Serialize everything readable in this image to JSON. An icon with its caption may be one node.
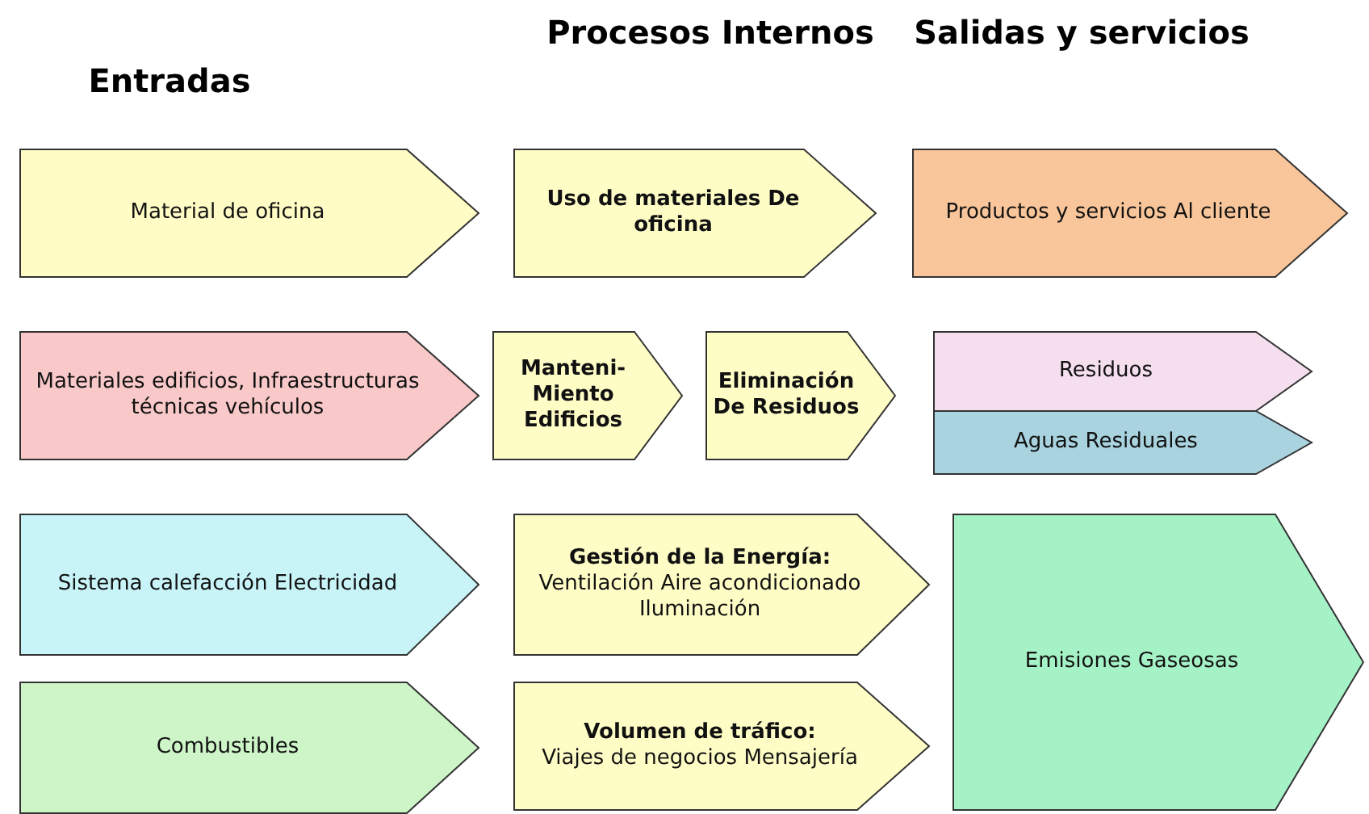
{
  "diagram": {
    "nodes": [
      {
        "text": [
          "Material de oficina"
        ]
      },
      {
        "text": [
          "Materiales edificios, Infraestructuras técnicas vehículos"
        ]
      },
      {
        "text": [
          "Sistema calefacción Electricidad"
        ]
      },
      {
        "text": [
          "Combustibles"
        ]
      },
      {
        "text": [
          "Uso de materiales De oficina"
        ]
      },
      {
        "text": [
          "Manteni- Miento Edificios"
        ]
      },
      {
        "text": [
          "Eliminación De Residuos"
        ]
      },
      {
        "text": [
          "Gestión de la Energía:",
          "Ventilación Aire acondicionado Iluminación"
        ]
      },
      {
        "text": [
          "Volumen de tráfico:",
          "Viajes de negocios Mensajería"
        ]
      },
      {
        "text": [
          "Productos y servicios Al cliente"
        ]
      },
      {
        "text": [
          "Residuos"
        ]
      },
      {
        "text": [
          "Aguas Residuales"
        ]
      },
      {
        "text": [
          "Emisiones Gaseosas"
        ]
      }
    ],
    "edges": [],
    "labels": [
      "Entradas",
      "Procesos Internos",
      "Salidas y servicios"
    ]
  }
}
